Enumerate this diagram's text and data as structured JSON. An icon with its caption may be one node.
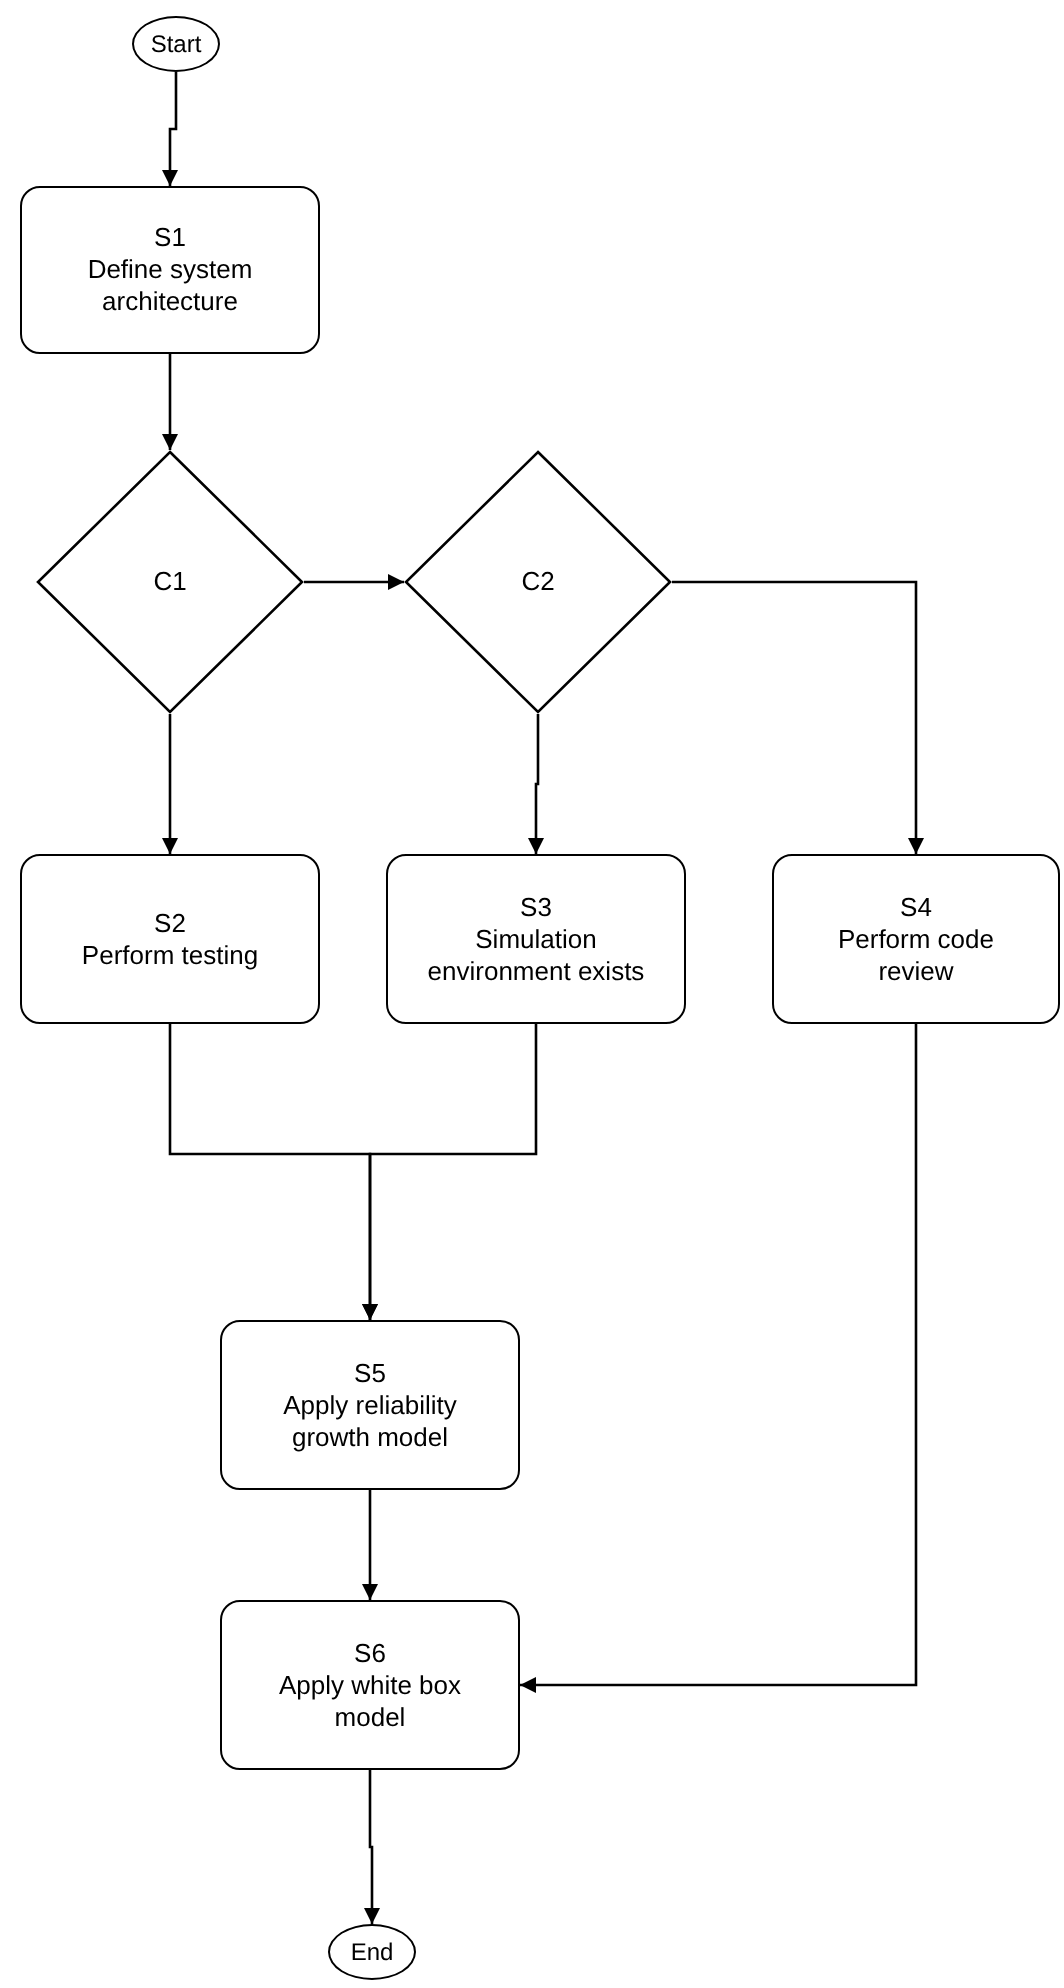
{
  "diagram": {
    "nodes": [
      {
        "text": [
          "Start"
        ]
      },
      {
        "text": [
          "S1",
          "Define system architecture"
        ]
      },
      {
        "text": [
          "C1"
        ]
      },
      {
        "text": [
          "C2"
        ]
      },
      {
        "text": [
          "S2",
          "Perform testing"
        ]
      },
      {
        "text": [
          "S3",
          "Simulation environment exists"
        ]
      },
      {
        "text": [
          "S4",
          "Perform code review"
        ]
      },
      {
        "text": [
          "S5",
          "Apply reliability growth model"
        ]
      },
      {
        "text": [
          "S6",
          "Apply white box model"
        ]
      },
      {
        "text": [
          "End"
        ]
      }
    ],
    "edges": [
      {
        "from": 0,
        "to": 1,
        "arrow": "to"
      },
      {
        "from": 1,
        "to": 2,
        "arrow": "to"
      },
      {
        "from": 2,
        "to": 3,
        "arrow": "to"
      },
      {
        "from": 2,
        "to": 4,
        "arrow": "to"
      },
      {
        "from": 3,
        "to": 5,
        "arrow": "to"
      },
      {
        "from": 3,
        "to": 6,
        "arrow": "to"
      },
      {
        "from": 4,
        "to": 7,
        "arrow": "to"
      },
      {
        "from": 5,
        "to": 7,
        "arrow": "to"
      },
      {
        "from": 7,
        "to": 8,
        "arrow": "to"
      },
      {
        "from": 6,
        "to": 8,
        "arrow": "to"
      },
      {
        "from": 8,
        "to": 9,
        "arrow": "to"
      }
    ]
  }
}
